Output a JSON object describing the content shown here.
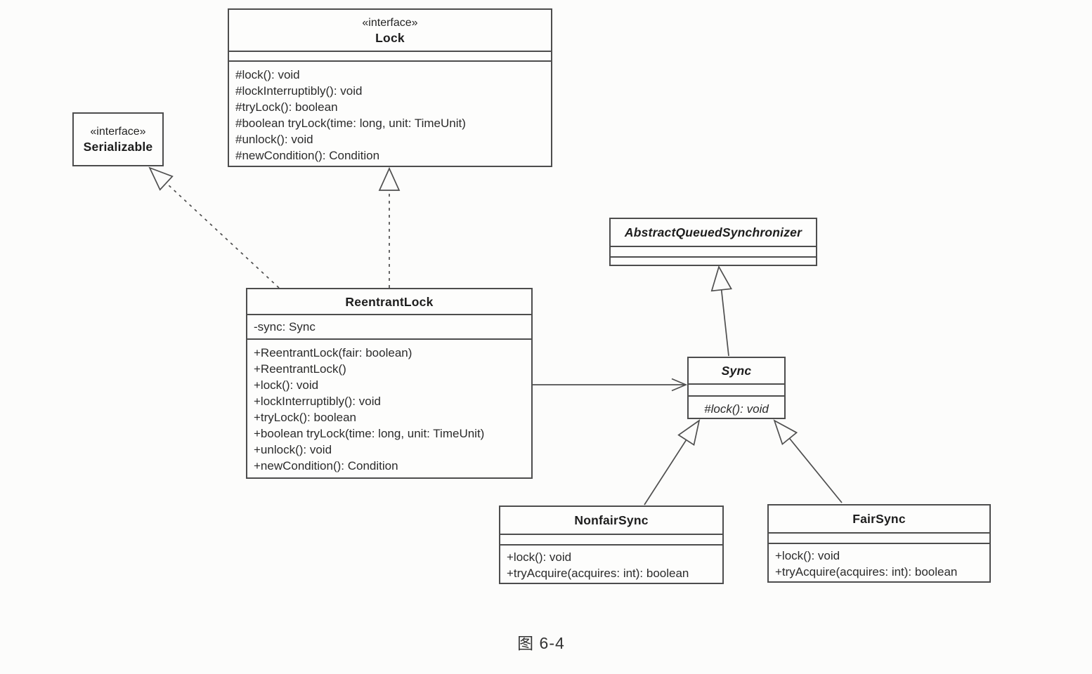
{
  "caption": "图 6-4",
  "colors": {
    "background": "#fcfcfb",
    "line": "#4d4d4d",
    "text": "#2b2b2b"
  },
  "classes": {
    "lock": {
      "stereotype": "«interface»",
      "name": "Lock",
      "methods": [
        "#lock(): void",
        "#lockInterruptibly(): void",
        "#tryLock(): boolean",
        "#boolean tryLock(time: long, unit: TimeUnit)",
        "#unlock(): void",
        "#newCondition(): Condition"
      ]
    },
    "serializable": {
      "stereotype": "«interface»",
      "name": "Serializable"
    },
    "reentrantlock": {
      "name": "ReentrantLock",
      "attribute": "-sync: Sync",
      "methods": [
        "+ReentrantLock(fair: boolean)",
        "+ReentrantLock()",
        "+lock(): void",
        "+lockInterruptibly(): void",
        "+tryLock(): boolean",
        "+boolean tryLock(time: long, unit: TimeUnit)",
        "+unlock(): void",
        "+newCondition(): Condition"
      ]
    },
    "aqs": {
      "name": "AbstractQueuedSynchronizer"
    },
    "sync": {
      "name": "Sync",
      "methods": [
        "#lock(): void"
      ]
    },
    "nonfairsync": {
      "name": "NonfairSync",
      "methods": [
        "+lock(): void",
        "+tryAcquire(acquires: int): boolean"
      ]
    },
    "fairsync": {
      "name": "FairSync",
      "methods": [
        "+lock(): void",
        "+tryAcquire(acquires: int): boolean"
      ]
    }
  }
}
